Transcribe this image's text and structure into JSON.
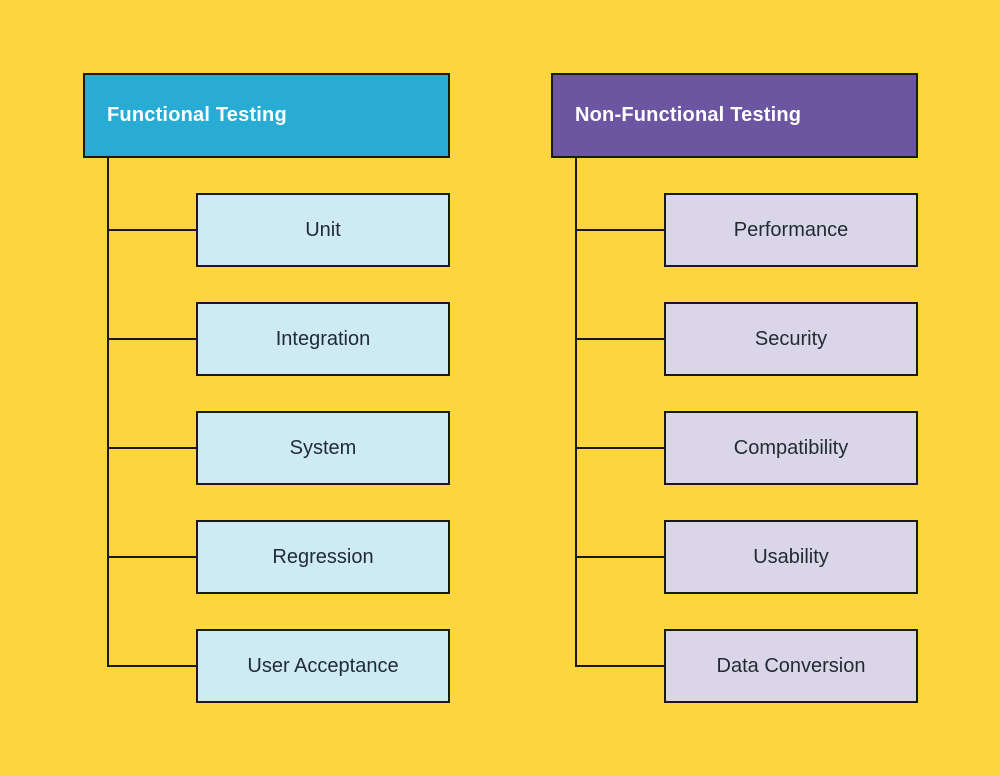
{
  "colors": {
    "background": "#FCD53F",
    "line": "#1A1A1A",
    "header_text": "#FFFFFF",
    "child_text": "#212B36",
    "functional_header_bg": "#29ACD3",
    "functional_child_bg": "#CEEBF4",
    "nonfunctional_header_bg": "#6C55A1",
    "nonfunctional_child_bg": "#DAD6E8"
  },
  "trees": [
    {
      "header": {
        "label": "Functional Testing"
      },
      "children": [
        {
          "label": "Unit"
        },
        {
          "label": "Integration"
        },
        {
          "label": "System"
        },
        {
          "label": "Regression"
        },
        {
          "label": "User Acceptance"
        }
      ]
    },
    {
      "header": {
        "label": "Non-Functional Testing"
      },
      "children": [
        {
          "label": "Performance"
        },
        {
          "label": "Security"
        },
        {
          "label": "Compatibility"
        },
        {
          "label": "Usability"
        },
        {
          "label": "Data Conversion"
        }
      ]
    }
  ]
}
